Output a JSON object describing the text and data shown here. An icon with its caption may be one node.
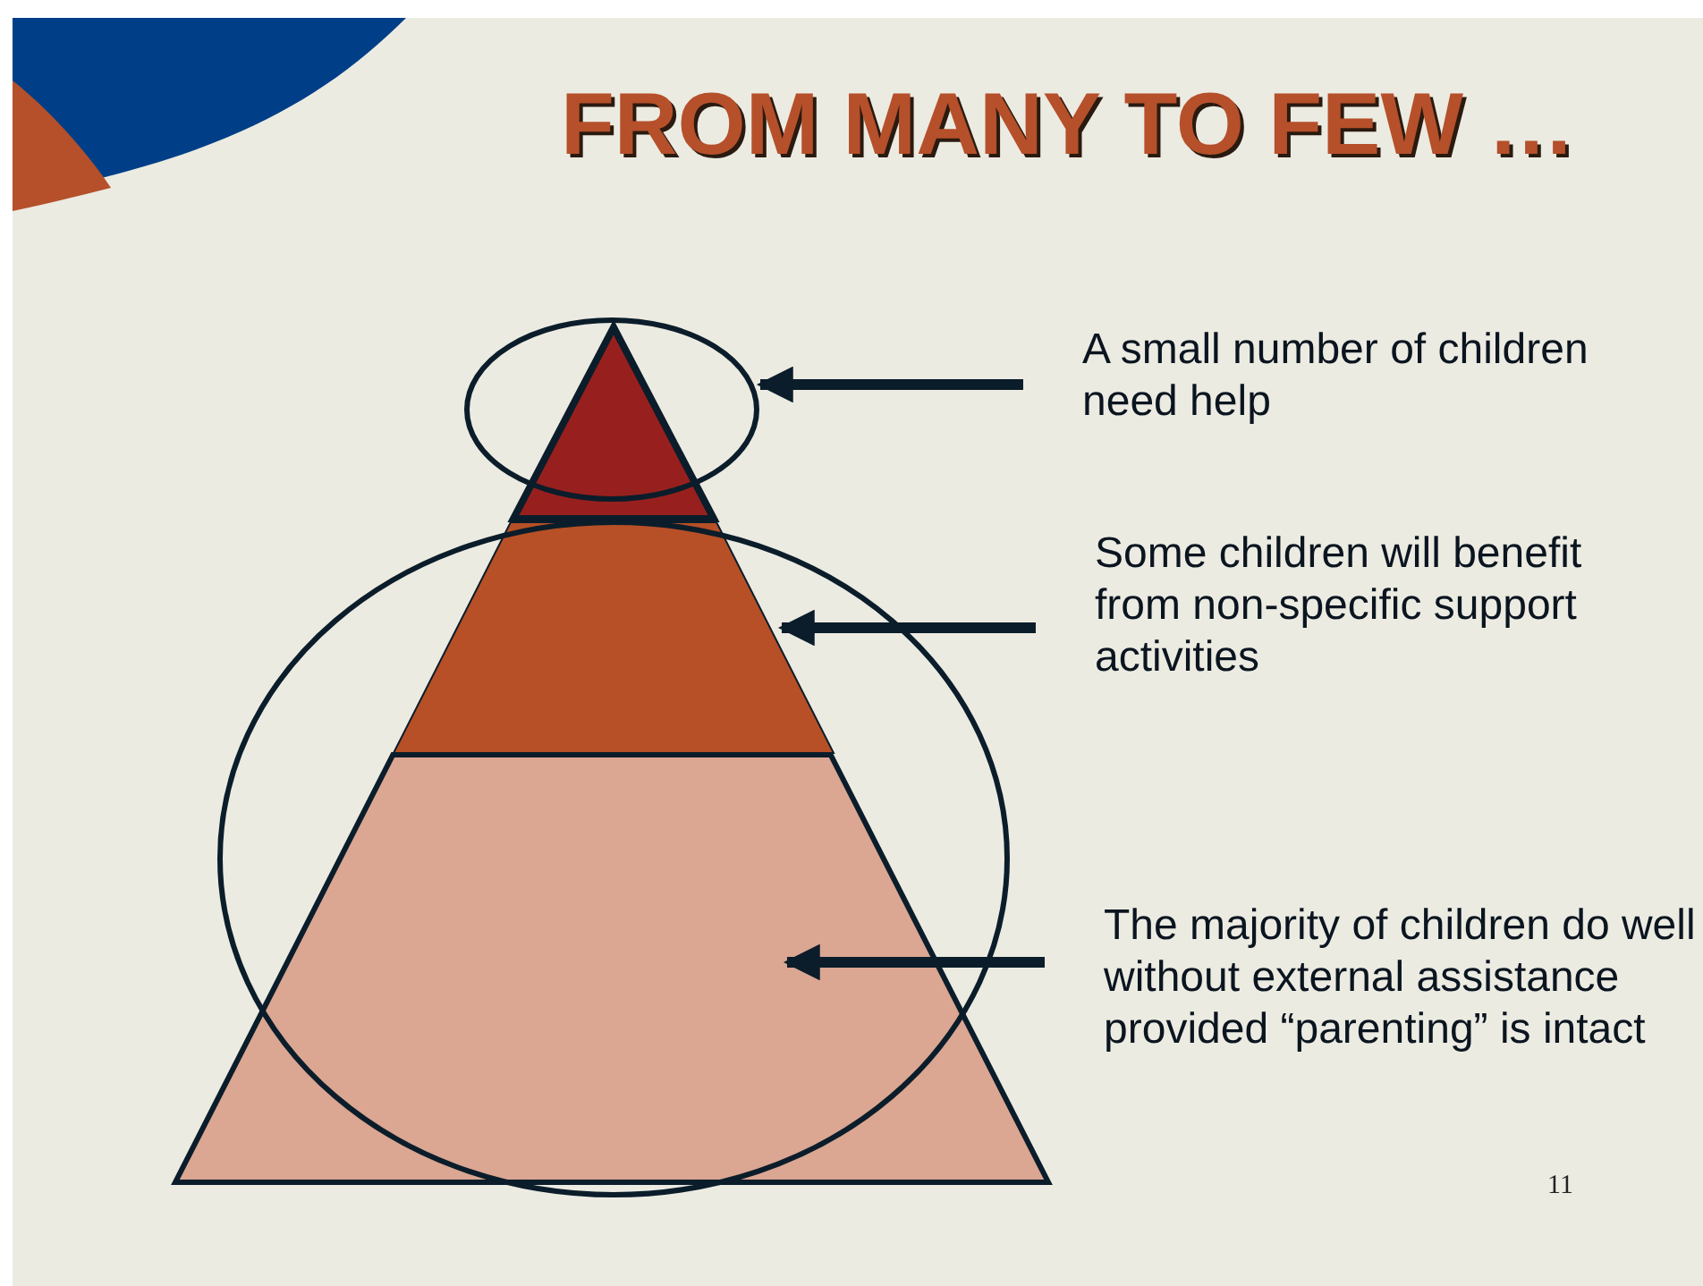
{
  "diagram": {
    "title": "FROM MANY TO FEW …",
    "nodes": [
      {
        "text": [],
        "shape": "circle"
      },
      {
        "text": [],
        "shape": "triangle"
      },
      {
        "text": [],
        "shape": "trapezoid"
      },
      {
        "text": [],
        "shape": "trapezoid"
      },
      {
        "text": [
          "A small number of children need help"
        ]
      },
      {
        "text": [
          "Some children will benefit from non-specific support activities"
        ]
      },
      {
        "text": [
          "The majority of children do well without external assistance provided “parenting” is intact"
        ]
      }
    ],
    "edges": [
      {
        "from": 4,
        "to": 0,
        "arrow": "to"
      },
      {
        "from": 5,
        "to": 2,
        "arrow": "to"
      },
      {
        "from": 6,
        "to": 3,
        "arrow": "to"
      }
    ],
    "labels": [
      "11"
    ]
  }
}
